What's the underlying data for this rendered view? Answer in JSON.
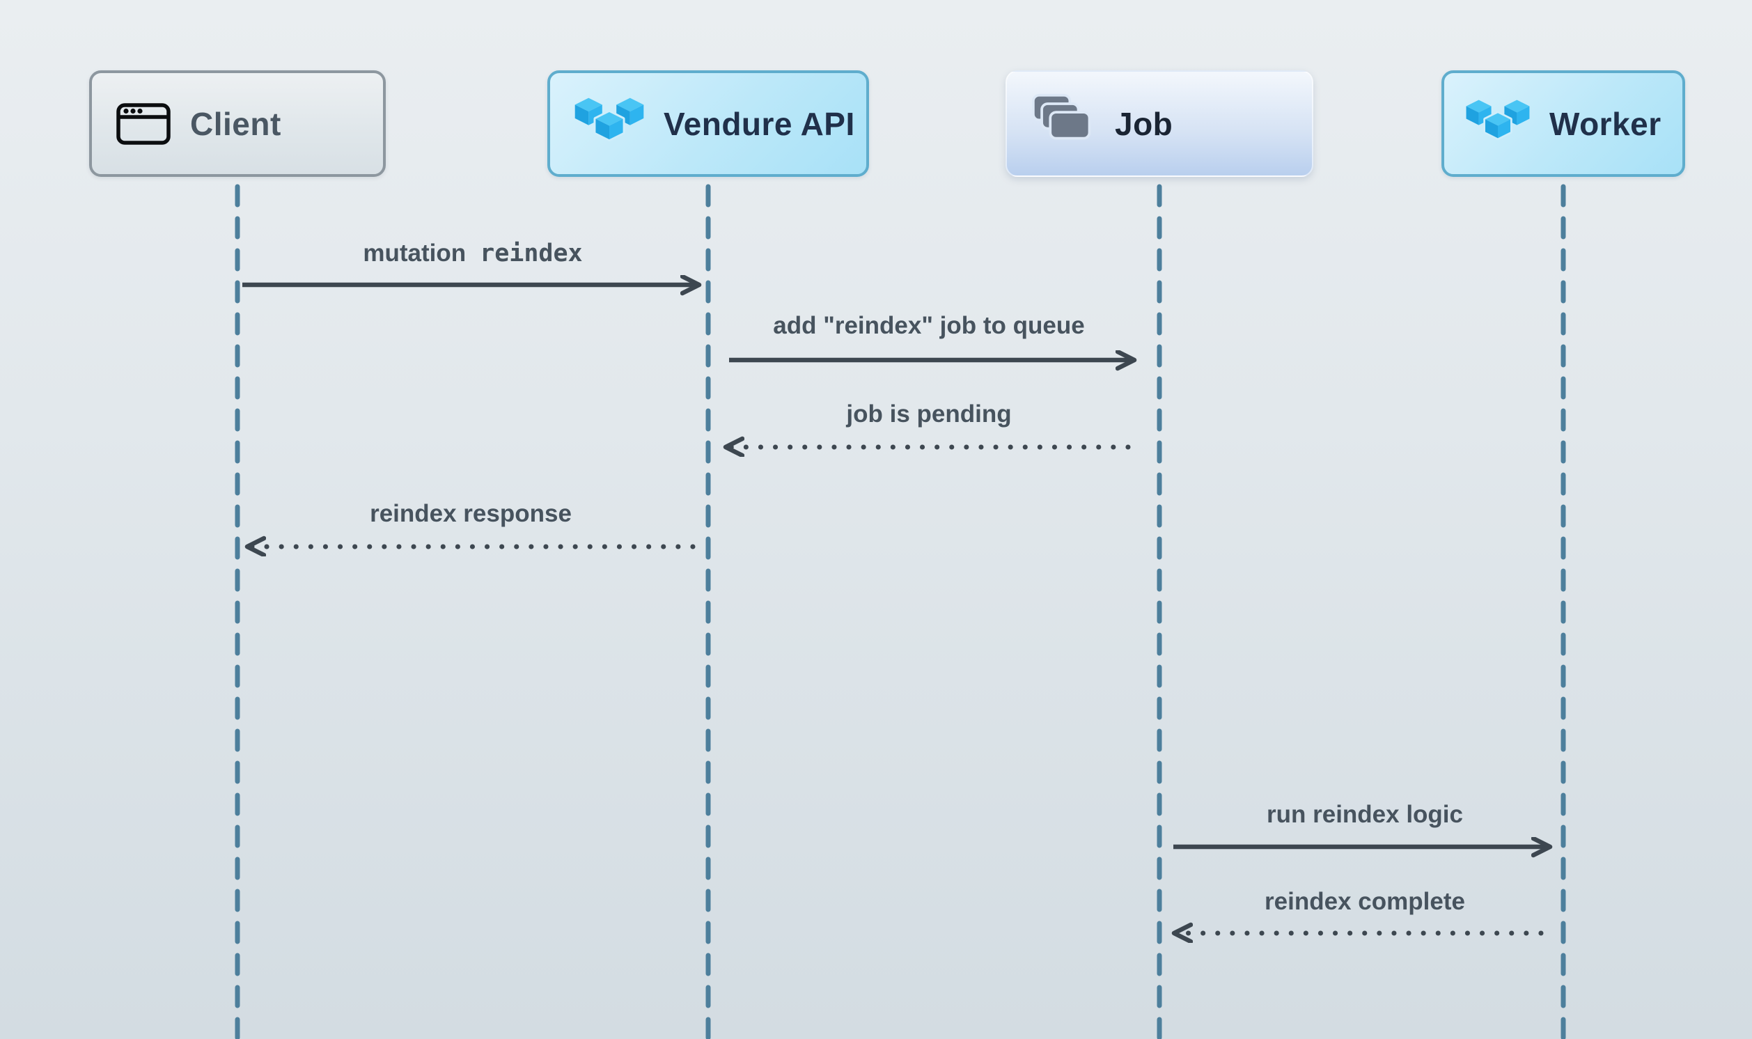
{
  "diagram": {
    "type": "sequence",
    "actors": [
      {
        "id": "client",
        "label": "Client",
        "icon": "browser-window-icon"
      },
      {
        "id": "vendure-api",
        "label": "Vendure API",
        "icon": "vendure-cubes-icon"
      },
      {
        "id": "job",
        "label": "Job",
        "icon": "stacked-cards-icon"
      },
      {
        "id": "worker",
        "label": "Worker",
        "icon": "vendure-cubes-icon"
      }
    ],
    "messages": [
      {
        "from": "client",
        "to": "vendure-api",
        "label": "mutation",
        "label_code": "reindex",
        "line": "solid",
        "direction": "right"
      },
      {
        "from": "vendure-api",
        "to": "job",
        "label": "add \"reindex\" job to queue",
        "line": "solid",
        "direction": "right"
      },
      {
        "from": "job",
        "to": "vendure-api",
        "label": "job is pending",
        "line": "dotted",
        "direction": "left"
      },
      {
        "from": "vendure-api",
        "to": "client",
        "label": "reindex response",
        "line": "dotted",
        "direction": "left"
      },
      {
        "from": "job",
        "to": "worker",
        "label": "run reindex logic",
        "line": "solid",
        "direction": "right"
      },
      {
        "from": "worker",
        "to": "job",
        "label": "reindex complete",
        "line": "dotted",
        "direction": "left"
      }
    ]
  },
  "colors": {
    "background_top": "#eaeef1",
    "background_bottom": "#d3dce2",
    "lifeline": "#4d7f9c",
    "arrow": "#3d4750",
    "message_text": "#47535e",
    "actor_text_dark": "#20304a",
    "actor_text_gray": "#4a5763",
    "vendure_blue": "#2eb6f1",
    "client_border": "#8d979f",
    "vendure_border": "#5fadcd"
  }
}
